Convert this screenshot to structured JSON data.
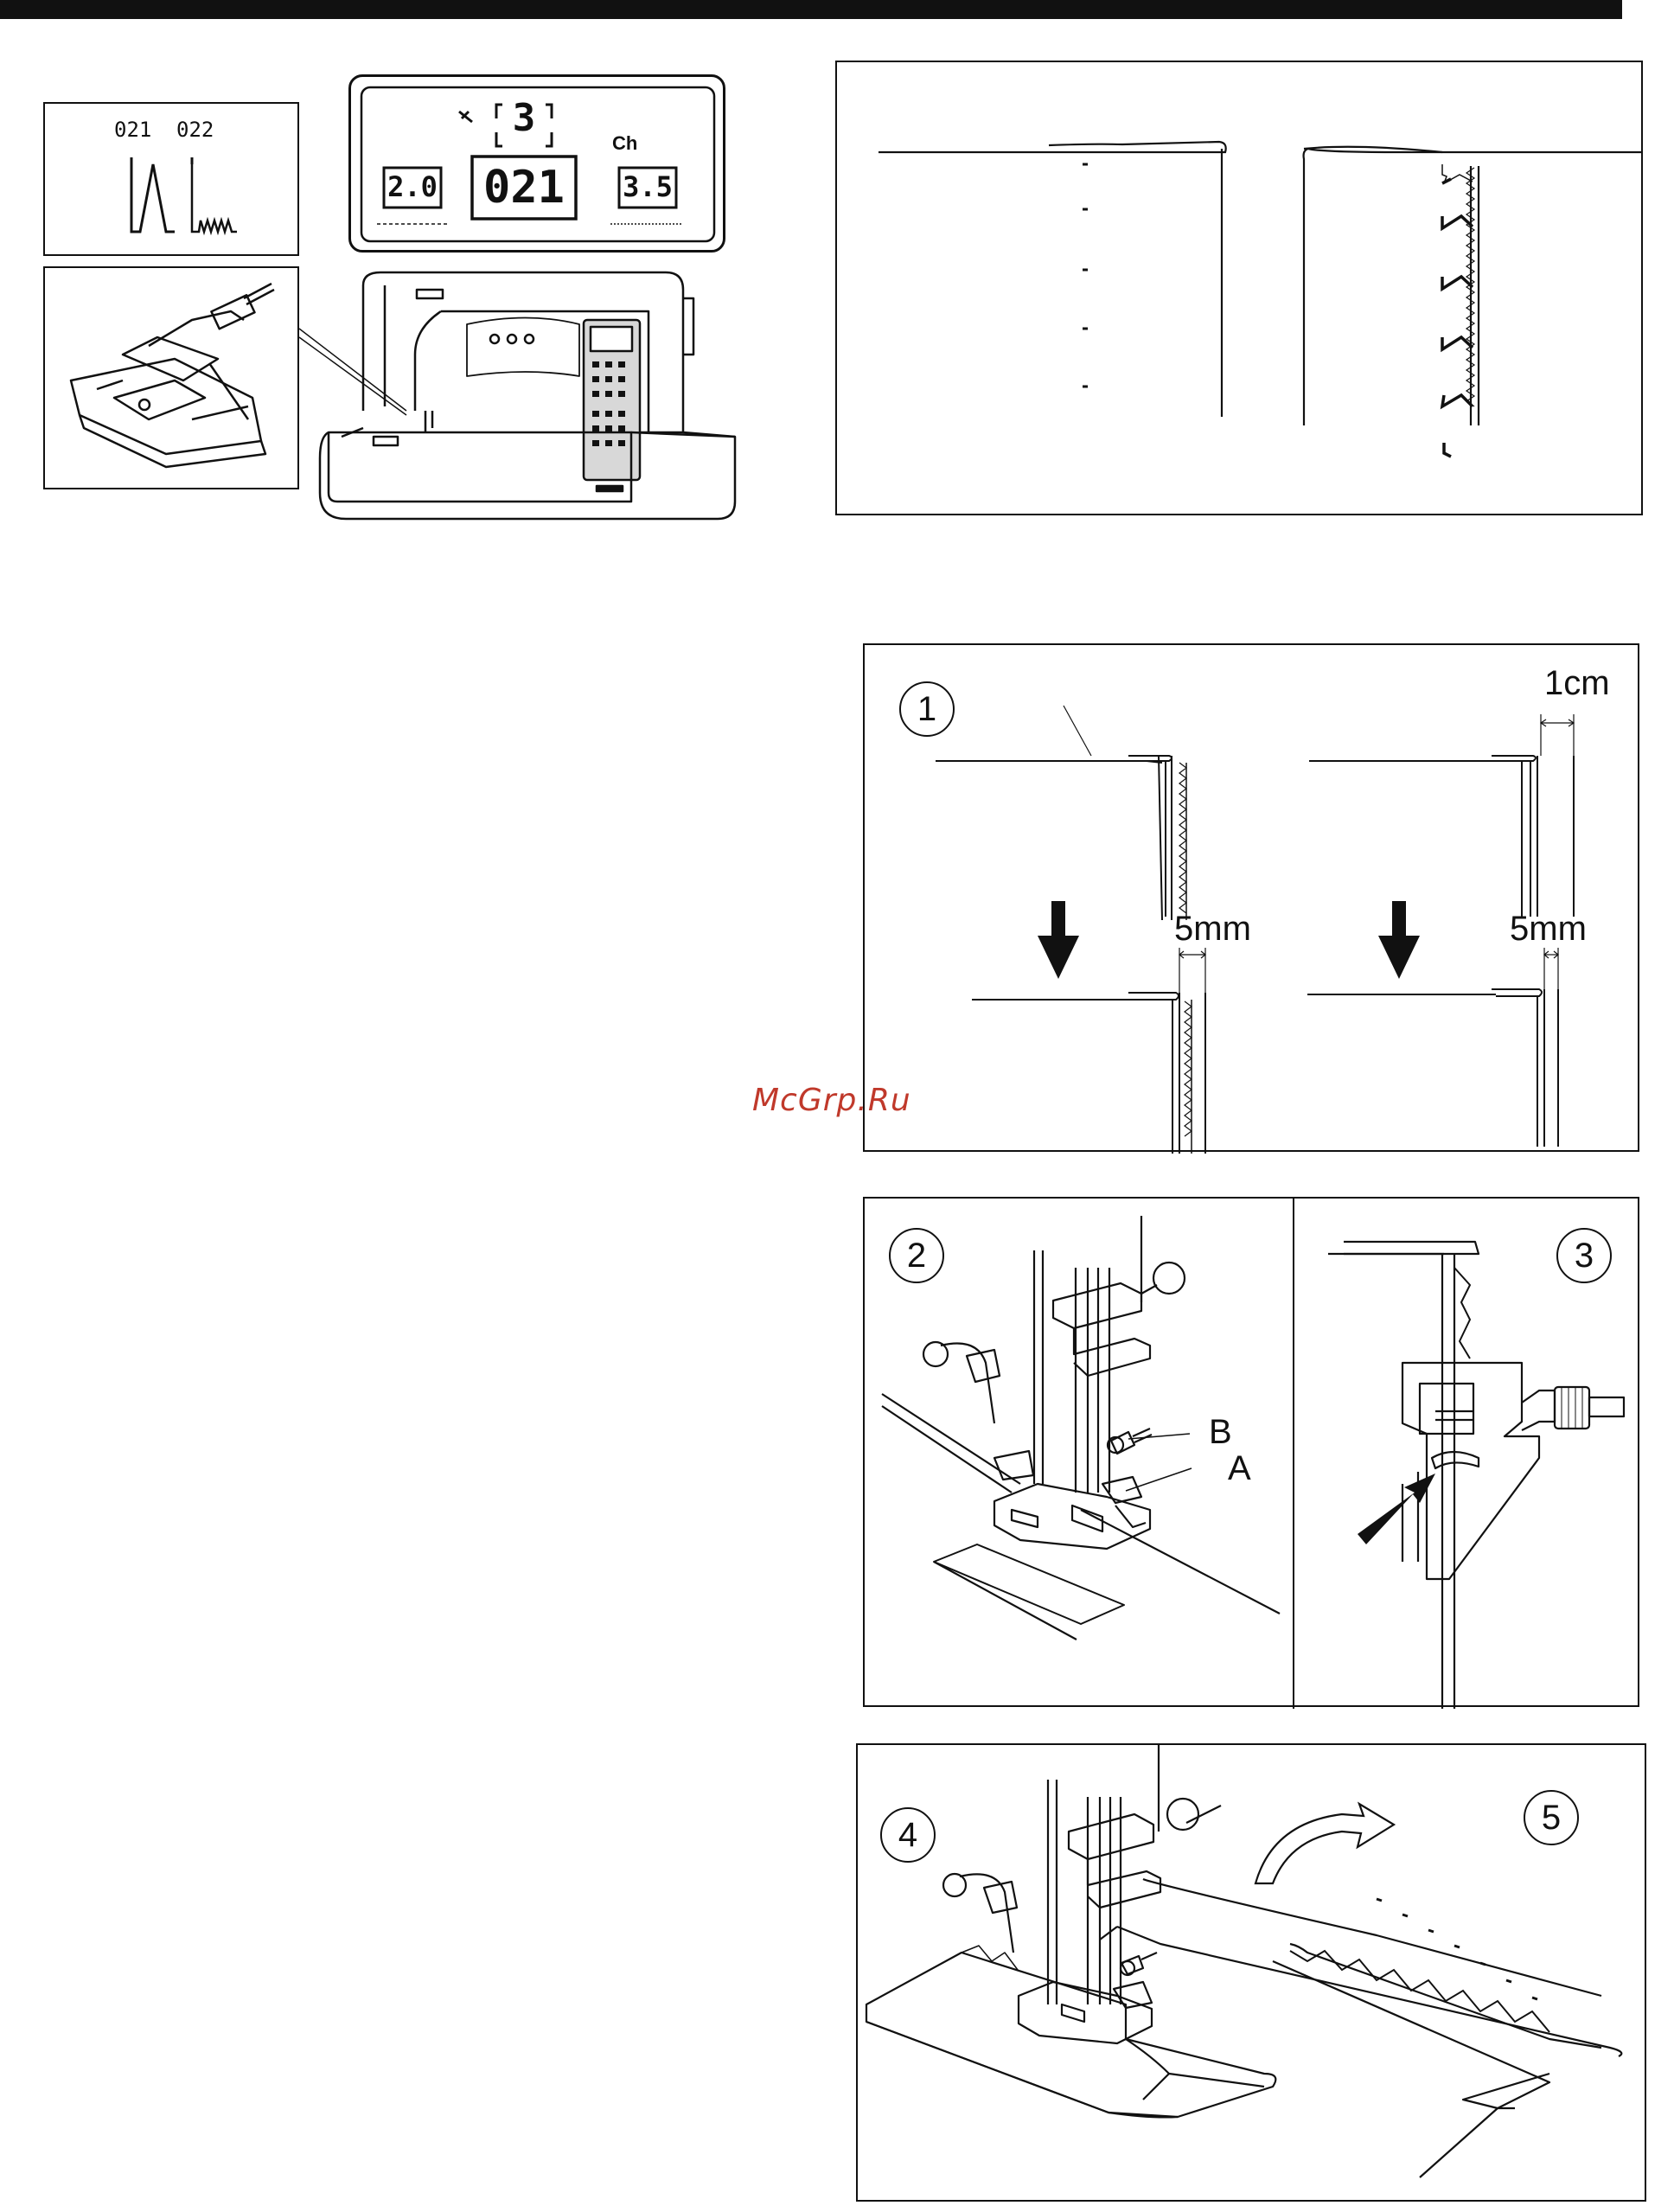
{
  "header": {
    "bar_color": "#111111"
  },
  "stitch_patterns": {
    "codes": [
      "021",
      "022"
    ]
  },
  "lcd": {
    "top_value": "3",
    "width_value": "2.0",
    "pattern_number": "021",
    "length_value": "3.5",
    "length_icon_label": "Ch"
  },
  "fig1": {
    "step": "1",
    "dim_1cm": "1cm",
    "dim_5mm_left": "5mm",
    "dim_5mm_right": "5mm"
  },
  "fig2": {
    "step": "2",
    "label_b": "B",
    "label_a": "A"
  },
  "fig3": {
    "step": "3"
  },
  "fig4": {
    "step": "4"
  },
  "fig5": {
    "step": "5"
  },
  "watermark": {
    "text": "McGrp.Ru",
    "color": "#c0392b"
  }
}
